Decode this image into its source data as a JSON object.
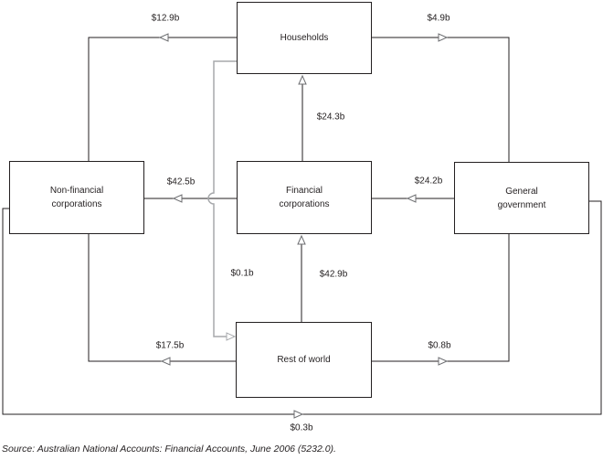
{
  "diagram": {
    "nodes": {
      "households": {
        "lines": [
          "Households"
        ]
      },
      "non_financial_corporations": {
        "lines": [
          "Non-financial",
          "corporations"
        ]
      },
      "financial_corporations": {
        "lines": [
          "Financial",
          "corporations"
        ]
      },
      "general_government": {
        "lines": [
          "General",
          "government"
        ]
      },
      "rest_of_world": {
        "lines": [
          "Rest of world"
        ]
      }
    },
    "flows": {
      "households_to_non_financial": {
        "label": "$12.9b",
        "from": "Households",
        "to": "Non-financial corporations"
      },
      "households_to_general_government": {
        "label": "$4.9b",
        "from": "Households",
        "to": "General government"
      },
      "financial_to_households": {
        "label": "$24.3b",
        "from": "Financial corporations",
        "to": "Households"
      },
      "financial_to_non_financial": {
        "label": "$42.5b",
        "from": "Financial corporations",
        "to": "Non-financial corporations"
      },
      "general_government_to_financial": {
        "label": "$24.2b",
        "from": "General government",
        "to": "Financial corporations"
      },
      "households_to_rest_of_world": {
        "label": "$0.1b",
        "from": "Households",
        "to": "Rest of world"
      },
      "rest_of_world_to_financial": {
        "label": "$42.9b",
        "from": "Rest of world",
        "to": "Financial corporations"
      },
      "rest_of_world_to_non_financial": {
        "label": "$17.5b",
        "from": "Rest of world",
        "to": "Non-financial corporations"
      },
      "rest_of_world_to_general_government": {
        "label": "$0.8b",
        "from": "Rest of world",
        "to": "General government"
      },
      "non_financial_to_general_government": {
        "label": "$0.3b",
        "from": "Non-financial corporations",
        "to": "General government"
      }
    },
    "source_note": "Source: Australian National Accounts: Financial Accounts, June 2006 (5232.0)."
  },
  "colors": {
    "line": "#231f20",
    "gray_line": "#a7a9ac",
    "arrow_outline": "#6d6e71",
    "text": "#231f20"
  }
}
